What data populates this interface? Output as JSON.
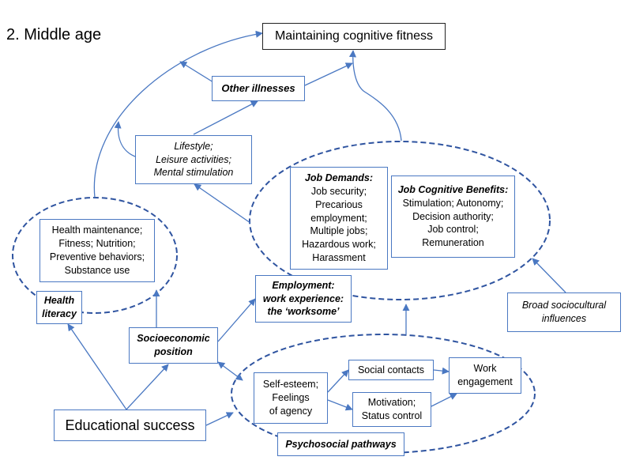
{
  "title": "2. Middle age",
  "nodes": {
    "goal": "Maintaining cognitive fitness",
    "other_illnesses": "Other illnesses",
    "lifestyle": [
      "Lifestyle;",
      "Leisure activities;",
      "Mental stimulation"
    ],
    "job_demands": {
      "heading": "Job Demands:",
      "items": [
        "Job security;",
        "Precarious",
        "employment;",
        "Multiple jobs;",
        "Hazardous work;",
        "Harassment"
      ]
    },
    "job_benefits": {
      "heading": "Job Cognitive Benefits:",
      "items": [
        "Stimulation; Autonomy;",
        "Decision authority;",
        "Job control;",
        "Remuneration"
      ]
    },
    "health_maintenance": [
      "Health maintenance;",
      "Fitness; Nutrition;",
      "Preventive behaviors;",
      "Substance use"
    ],
    "health_literacy": [
      "Health",
      "literacy"
    ],
    "employment": [
      "Employment:",
      "work experience:",
      "the ‘worksome’"
    ],
    "broad_influences": [
      "Broad sociocultural",
      "influences"
    ],
    "socioeconomic_position": [
      "Socioeconomic",
      "position"
    ],
    "social_contacts": "Social contacts",
    "work_engagement": [
      "Work",
      "engagement"
    ],
    "self_esteem": [
      "Self-esteem;",
      "Feelings",
      "of agency"
    ],
    "motivation": [
      "Motivation;",
      "Status control"
    ],
    "educational_success": "Educational success",
    "psychosocial_pathways": "Psychosocial pathways"
  },
  "colors": {
    "arrow": "#4a78c2",
    "dashed_ellipse": "#2f54a0",
    "goal_border": "#222222"
  }
}
